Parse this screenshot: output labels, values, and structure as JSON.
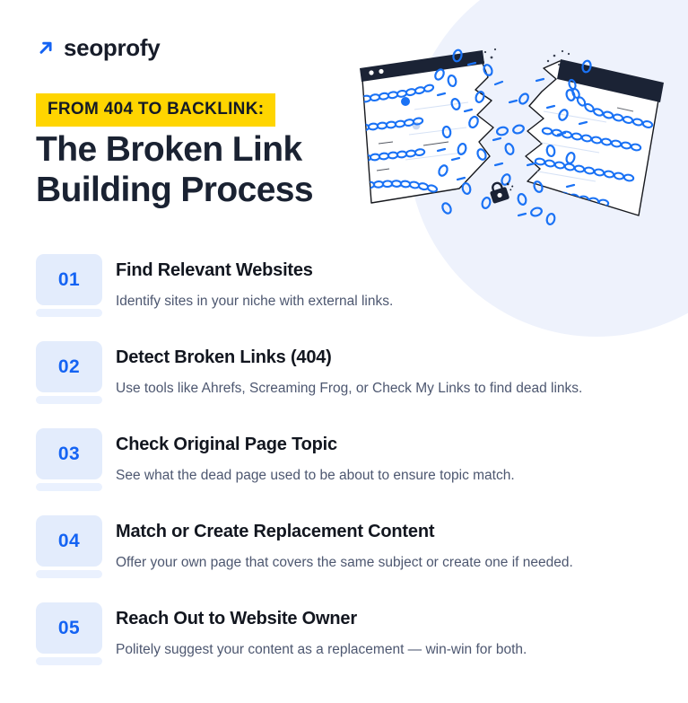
{
  "brand": {
    "logo_text": "seoprofy",
    "logo_icon": "diagonal-arrow-up-right-icon",
    "accent_blue": "#1463f3",
    "accent_yellow": "#ffd500",
    "ink": "#141a26",
    "circle_bg": "#eef2fc"
  },
  "header": {
    "kicker": "FROM 404 TO BACKLINK:",
    "headline": "The Broken Link Building Process"
  },
  "illustration": {
    "name": "broken-link-browser-windows-illustration",
    "description": "Two torn browser windows split apart with blue chain links scattering",
    "window_bar_color": "#1b2335",
    "chain_color": "#1a72f5",
    "paper_color": "#ffffff",
    "outline_color": "#16181d",
    "lock_icon": "padlock-icon"
  },
  "steps": [
    {
      "number": "01",
      "title": "Find Relevant Websites",
      "desc": "Identify sites in your niche with external links."
    },
    {
      "number": "02",
      "title": "Detect Broken Links (404)",
      "desc": "Use tools like Ahrefs, Screaming Frog, or Check My Links to find dead links."
    },
    {
      "number": "03",
      "title": "Check Original Page Topic",
      "desc": "See what the dead page used to be about to ensure topic match."
    },
    {
      "number": "04",
      "title": "Match or Create Replacement Content",
      "desc": "Offer your own page that covers the same subject or create one if needed."
    },
    {
      "number": "05",
      "title": "Reach Out to Website Owner",
      "desc": "Politely suggest your content as a replacement — win-win for both."
    }
  ]
}
